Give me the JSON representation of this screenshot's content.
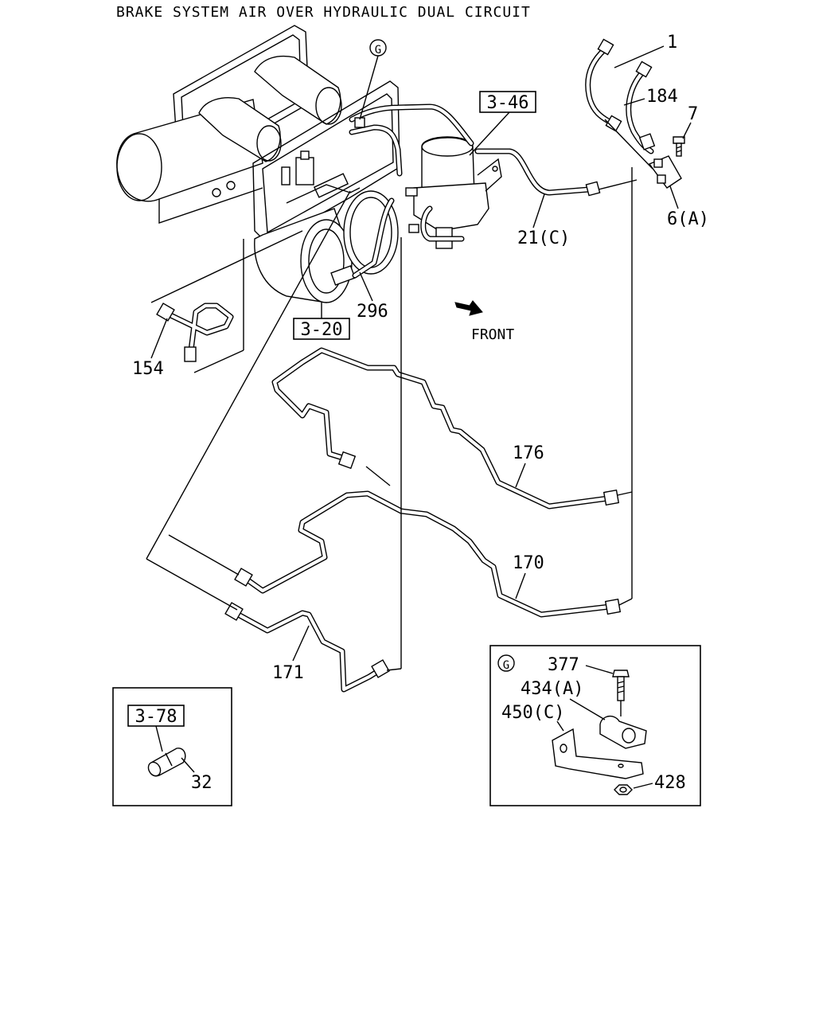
{
  "title": "BRAKE SYSTEM AIR OVER HYDRAULIC DUAL CIRCUIT",
  "front_label": "FRONT",
  "callouts": {
    "p1": "1",
    "p184": "184",
    "p7": "7",
    "p6a": "6(A)",
    "p21c": "21(C)",
    "p296": "296",
    "p154": "154",
    "p176": "176",
    "p170": "170",
    "p171": "171",
    "p32": "32",
    "p377": "377",
    "p434a": "434(A)",
    "p450c": "450(C)",
    "p428": "428"
  },
  "reference_boxes": {
    "r346": "3-46",
    "r320": "3-20",
    "r378": "3-78"
  },
  "detail_marker": "G"
}
